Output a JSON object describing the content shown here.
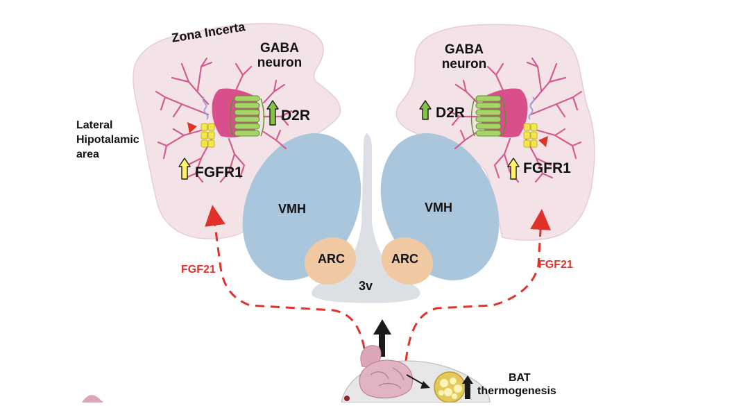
{
  "labels": {
    "zona_incerta": "Zona Incerta",
    "gaba_left": [
      "GABA",
      "neuron"
    ],
    "gaba_right": [
      "GABA",
      "neuron"
    ],
    "lateral_hypothalamic": [
      "Lateral",
      "Hipotalamic",
      "area"
    ],
    "d2r_left": "D2R",
    "d2r_right": "D2R",
    "fgfr1_left": "FGFR1",
    "fgfr1_right": "FGFR1",
    "vmh_left": "VMH",
    "vmh_right": "VMH",
    "arc_left": "ARC",
    "arc_right": "ARC",
    "third_ventricle": "3v",
    "fgf21_left": "FGF21",
    "fgf21_right": "FGF21",
    "bat": [
      "BAT",
      "thermogenesis"
    ]
  },
  "colors": {
    "lh_region": "#f3e3e6",
    "lh_outline": "#e7cdd3",
    "vmh": "#a9c6dc",
    "arc": "#f0c9a2",
    "ventricle": "#dcdfe4",
    "neuron_body": "#d94f8c",
    "dendrite": "#d45a90",
    "d2r_receptor": "#a7d36b",
    "fgfr1_receptor": "#f2e64a",
    "up_arrow_green": "#86c24a",
    "up_arrow_yellow": "#fff36a",
    "fgf21_arrow": "#e0312b",
    "brain": "#e2b4c3",
    "fat_cell": "#fbf4b8"
  },
  "icons": [
    "neuron-icon",
    "receptor-icon",
    "up-arrow-icon",
    "brain-icon",
    "fat-cell-icon",
    "mouse-icon"
  ]
}
